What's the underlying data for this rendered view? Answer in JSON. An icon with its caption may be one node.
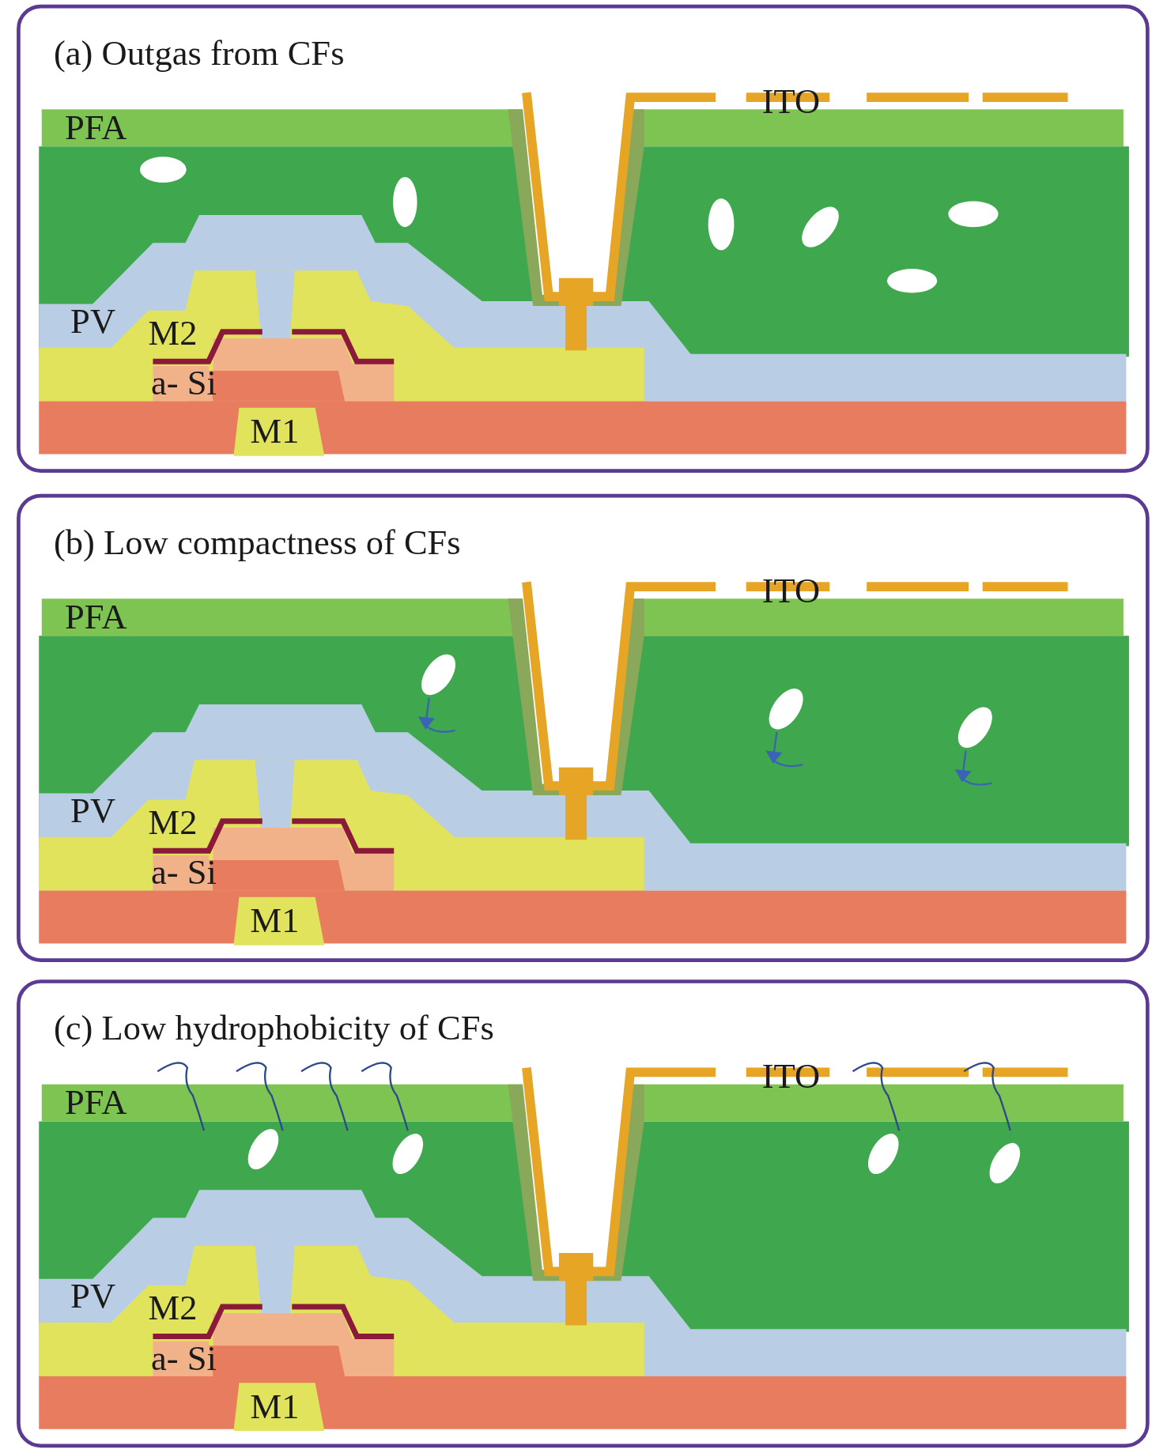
{
  "diagram": {
    "nodes": [
      {
        "text": [
          "(a) Outgas from CFs"
        ]
      },
      {
        "text": [
          "(b) Low compactness of CFs"
        ]
      },
      {
        "text": [
          "(c) Low hydrophobicity of CFs"
        ]
      }
    ],
    "labels": [
      "ITO",
      "PFA",
      "PV",
      "M2",
      "a- Si",
      "M1",
      "ITO",
      "PFA",
      "PV",
      "M2",
      "a- Si",
      "M1",
      "ITO",
      "PFA",
      "PV",
      "M2",
      "a- Si",
      "M1"
    ]
  }
}
